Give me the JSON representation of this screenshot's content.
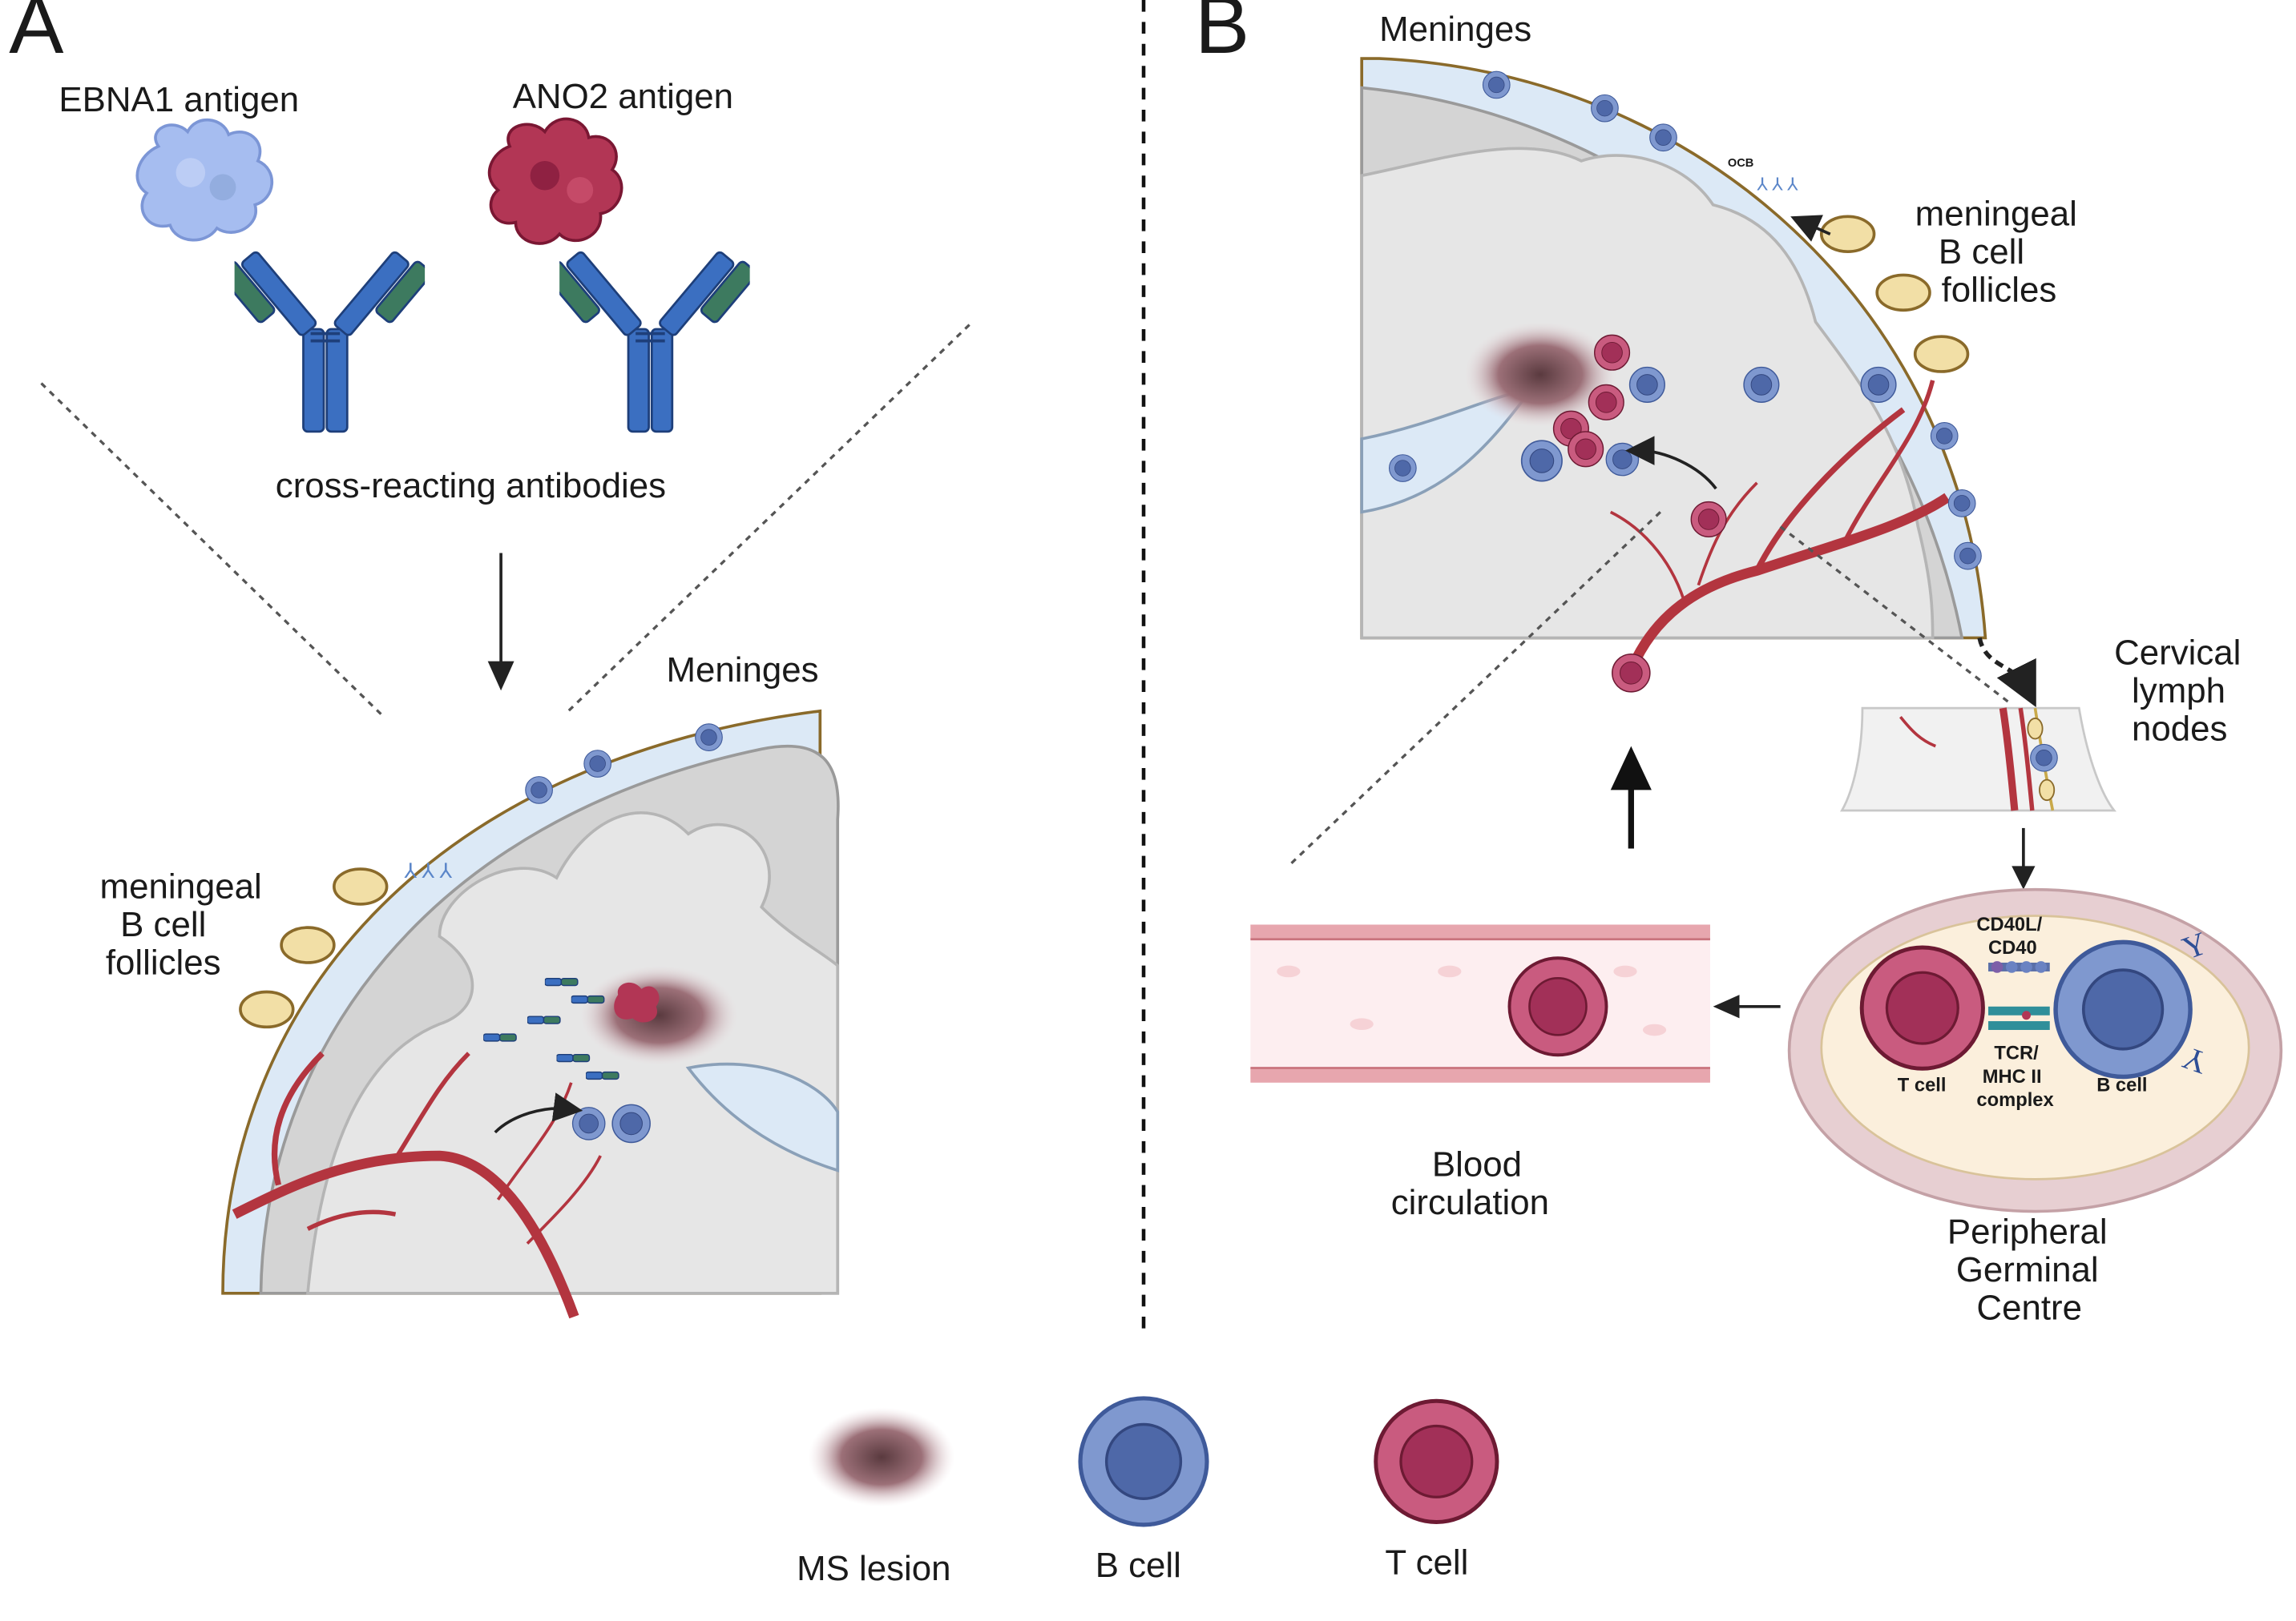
{
  "panel_a": {
    "letter": "A",
    "ebna1_label": "EBNA1 antigen",
    "ano2_label": "ANO2 antigen",
    "antibodies_label": "cross-reacting antibodies",
    "meninges_label": "Meninges",
    "follicles_label": [
      "meningeal",
      "B cell",
      "follicles"
    ]
  },
  "panel_b": {
    "letter": "B",
    "meninges_label": "Meninges",
    "ocb_label": "OCB",
    "follicles_label": [
      "meningeal",
      "B cell",
      "follicles"
    ],
    "lymph_label": [
      "Cervical",
      "lymph",
      "nodes"
    ],
    "blood_label": [
      "Blood",
      "circulation"
    ],
    "germinal_label": [
      "Peripheral",
      "Germinal",
      "Centre"
    ],
    "cd40_label": [
      "CD40L/",
      "CD40"
    ],
    "tcr_label": [
      "TCR/",
      "MHC II",
      "complex"
    ],
    "tcell_label": "T cell",
    "bcell_label": "B cell"
  },
  "legend": {
    "ms_lesion": "MS lesion",
    "b_cell": "B cell",
    "t_cell": "T cell"
  },
  "colors": {
    "t_cell": "#b8456a",
    "b_cell": "#6f88c4",
    "meninges": "#dce9f6",
    "brain": "#d9d9d9",
    "vessel": "#b3353f",
    "follicle": "#f2dfa6"
  }
}
